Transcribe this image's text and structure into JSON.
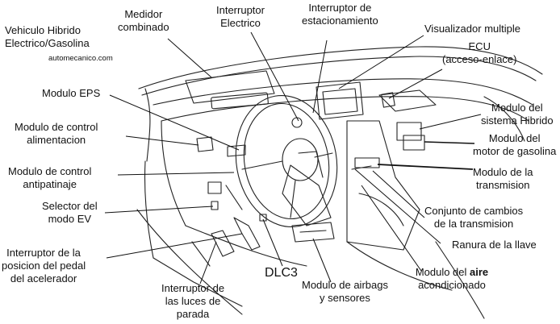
{
  "watermark": "automecanico.com",
  "labels": {
    "vehiculo": "Vehiculo Hibrido\nElectrico/Gasolina",
    "medidor": "Medidor\ncombinado",
    "interruptor_electrico": "Interruptor\nElectrico",
    "interruptor_estacionamiento": "Interruptor de\nestacionamiento",
    "visualizador": "Visualizador multiple",
    "ecu": "ECU\n(acceso-enlace)",
    "modulo_eps": "Modulo EPS",
    "modulo_alimentacion": "Modulo de control\nalimentacion",
    "modulo_hibrido": "Modulo del\nsistema Hibrido",
    "modulo_gasolina": "Modulo  del\nmotor de gasolina",
    "modulo_antipatinaje": "Modulo de control\nantipatinaje",
    "modulo_transmision": "Modulo de la\ntransmision",
    "selector_ev": "Selector del\nmodo EV",
    "conjunto_cambios": "Conjunto de cambios\nde la transmision",
    "ranura_llave": "Ranura de la llave",
    "interruptor_pedal": "Interruptor de la\nposicion del pedal\ndel acelerador",
    "dlc3": "DLC3",
    "modulo_aire_prefix": "Modulo del ",
    "modulo_aire_bold": "aire",
    "modulo_aire_suffix": "acondicionado",
    "interruptor_luces": "Interruptor de\nlas luces de\nparada",
    "modulo_airbags": "Modulo de  airbags\ny sensores"
  }
}
